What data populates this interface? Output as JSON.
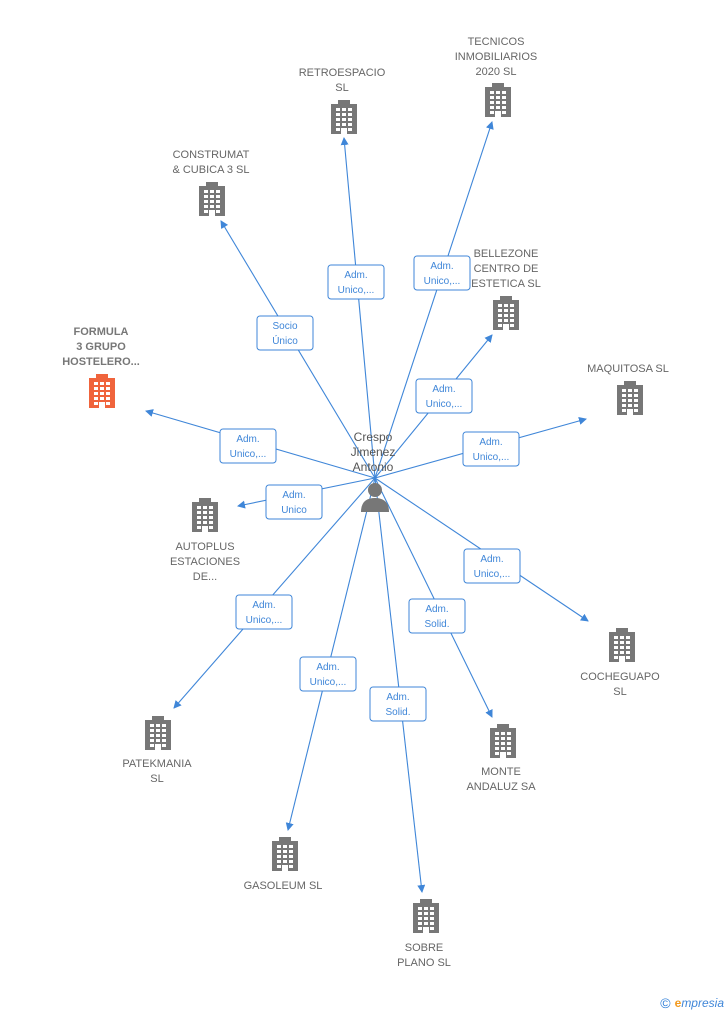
{
  "center": {
    "name_lines": [
      "Crespo",
      "Jimenez",
      "Antonio"
    ],
    "icon": "person-icon"
  },
  "colors": {
    "edge": "#3f86d8",
    "building": "#777777",
    "highlight": "#f0643c"
  },
  "nodes": [
    {
      "id": "retroespacio",
      "lines": [
        "RETROESPACIO",
        "SL"
      ],
      "highlight": false,
      "icon": "building-icon"
    },
    {
      "id": "tecnicos",
      "lines": [
        "TECNICOS",
        "INMOBILIARIOS",
        "2020  SL"
      ],
      "highlight": false,
      "icon": "building-icon"
    },
    {
      "id": "construmat",
      "lines": [
        "CONSTRUMAT",
        "& CUBICA 3  SL"
      ],
      "highlight": false,
      "icon": "building-icon"
    },
    {
      "id": "bellezone",
      "lines": [
        "BELLEZONE",
        "CENTRO DE",
        "ESTETICA  SL"
      ],
      "highlight": false,
      "icon": "building-icon"
    },
    {
      "id": "formula",
      "lines": [
        "FORMULA",
        "3 GRUPO",
        "HOSTELERO..."
      ],
      "highlight": true,
      "icon": "building-icon"
    },
    {
      "id": "maquitosa",
      "lines": [
        "MAQUITOSA SL"
      ],
      "highlight": false,
      "icon": "building-icon"
    },
    {
      "id": "autoplus",
      "lines": [
        "AUTOPLUS",
        "ESTACIONES",
        "DE..."
      ],
      "highlight": false,
      "icon": "building-icon"
    },
    {
      "id": "cocheguapo",
      "lines": [
        "COCHEGUAPO",
        "SL"
      ],
      "highlight": false,
      "icon": "building-icon"
    },
    {
      "id": "patekmania",
      "lines": [
        "PATEKMANIA",
        "SL"
      ],
      "highlight": false,
      "icon": "building-icon"
    },
    {
      "id": "monte",
      "lines": [
        "MONTE",
        "ANDALUZ SA"
      ],
      "highlight": false,
      "icon": "building-icon"
    },
    {
      "id": "gasoleum",
      "lines": [
        "GASOLEUM  SL"
      ],
      "highlight": false,
      "icon": "building-icon"
    },
    {
      "id": "sobreplano",
      "lines": [
        "SOBRE",
        "PLANO SL"
      ],
      "highlight": false,
      "icon": "building-icon"
    }
  ],
  "edges": [
    {
      "to": "retroespacio",
      "label_lines": [
        "Adm.",
        "Unico,..."
      ]
    },
    {
      "to": "tecnicos",
      "label_lines": [
        "Adm.",
        "Unico,..."
      ]
    },
    {
      "to": "construmat",
      "label_lines": [
        "Socio",
        "Único"
      ]
    },
    {
      "to": "bellezone",
      "label_lines": [
        "Adm.",
        "Unico,..."
      ]
    },
    {
      "to": "formula",
      "label_lines": [
        "Adm.",
        "Unico,..."
      ]
    },
    {
      "to": "maquitosa",
      "label_lines": [
        "Adm.",
        "Unico,..."
      ]
    },
    {
      "to": "autoplus",
      "label_lines": [
        "Adm.",
        "Unico"
      ]
    },
    {
      "to": "cocheguapo",
      "label_lines": [
        "Adm.",
        "Unico,..."
      ]
    },
    {
      "to": "patekmania",
      "label_lines": [
        "Adm.",
        "Unico,..."
      ]
    },
    {
      "to": "monte",
      "label_lines": [
        "Adm.",
        "Solid."
      ]
    },
    {
      "to": "gasoleum",
      "label_lines": [
        "Adm.",
        "Unico,..."
      ]
    },
    {
      "to": "sobreplano",
      "label_lines": [
        "Adm.",
        "Solid."
      ]
    }
  ],
  "footer": {
    "copyright": "©",
    "brand_initial": "e",
    "brand_rest": "mpresia"
  }
}
